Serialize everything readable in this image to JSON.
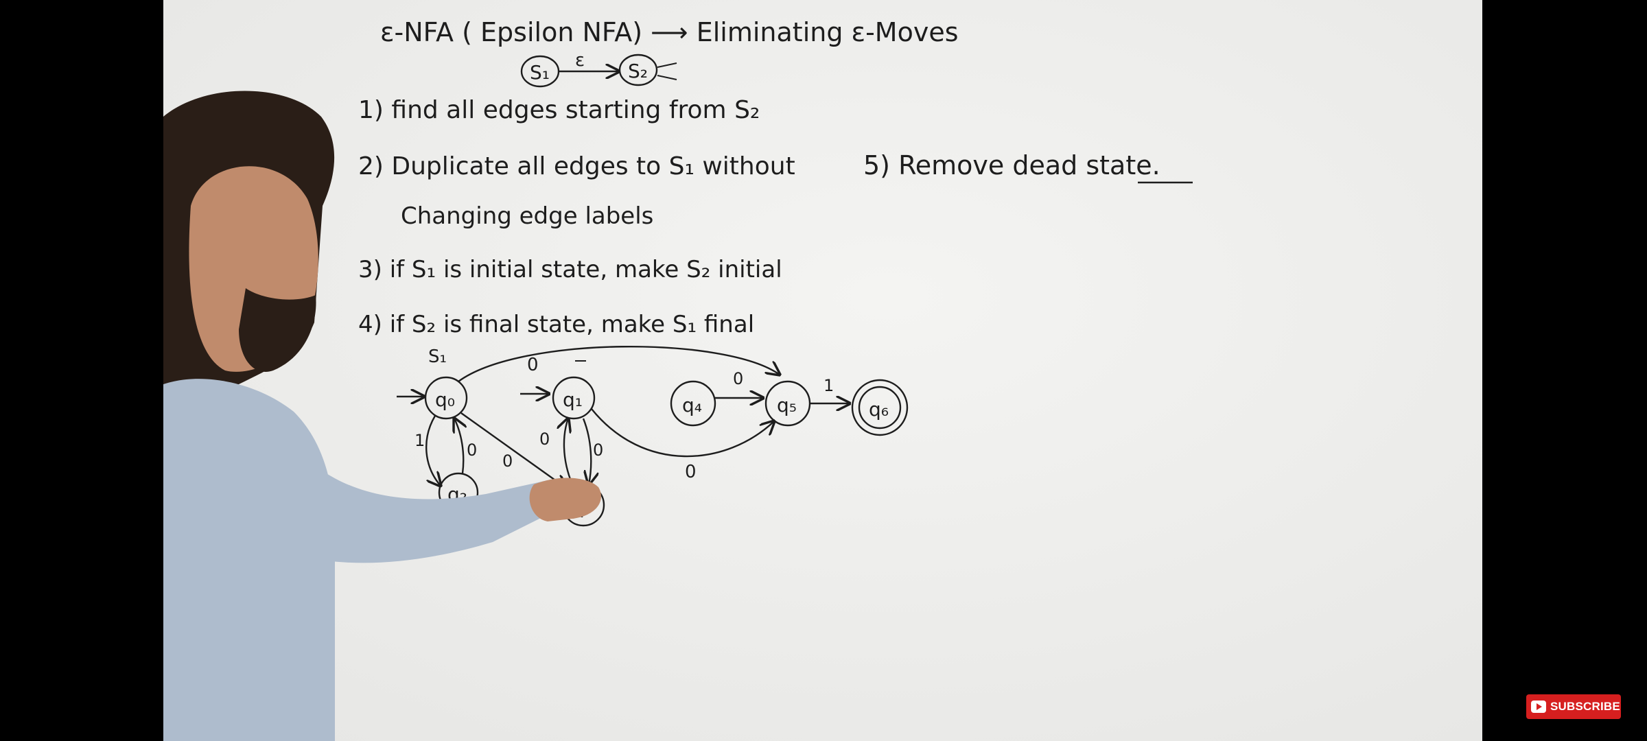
{
  "player": {
    "subscribe_label": "SUBSCRIBE",
    "subscribe_icon": "play-icon",
    "brand_color": "#d61f1f"
  },
  "board": {
    "title": "ε-NFA ( Epsilon NFA) ⟶ Eliminating ε-Moves",
    "example_state_a": "S₁",
    "example_epsilon": "ε",
    "example_state_b": "S₂",
    "rule1": "1)  find all edges starting from S₂",
    "rule2_line1": "2)  Duplicate all edges to S₁ without",
    "rule2_line2": "Changing edge labels",
    "rule3": "3)  if S₁ is initial state, make S₂ initial",
    "rule4": "4)  if S₂ is final state, make S₁ final",
    "rule5": "5)  Remove dead state.",
    "diagram": {
      "tag_s1": "S₁",
      "states": [
        "q₀",
        "q₁",
        "q₂",
        "q₃",
        "q₄",
        "q₅",
        "q₆"
      ],
      "edge_labels": {
        "q0_q5_top": "0",
        "q0_q2": "1",
        "q2_q0": "0",
        "q0_q3": "0",
        "q3_q1_left": "0",
        "q1_q3_right": "0",
        "q1_q5": "0",
        "q4_q5": "0",
        "q5_q6": "1"
      }
    }
  }
}
